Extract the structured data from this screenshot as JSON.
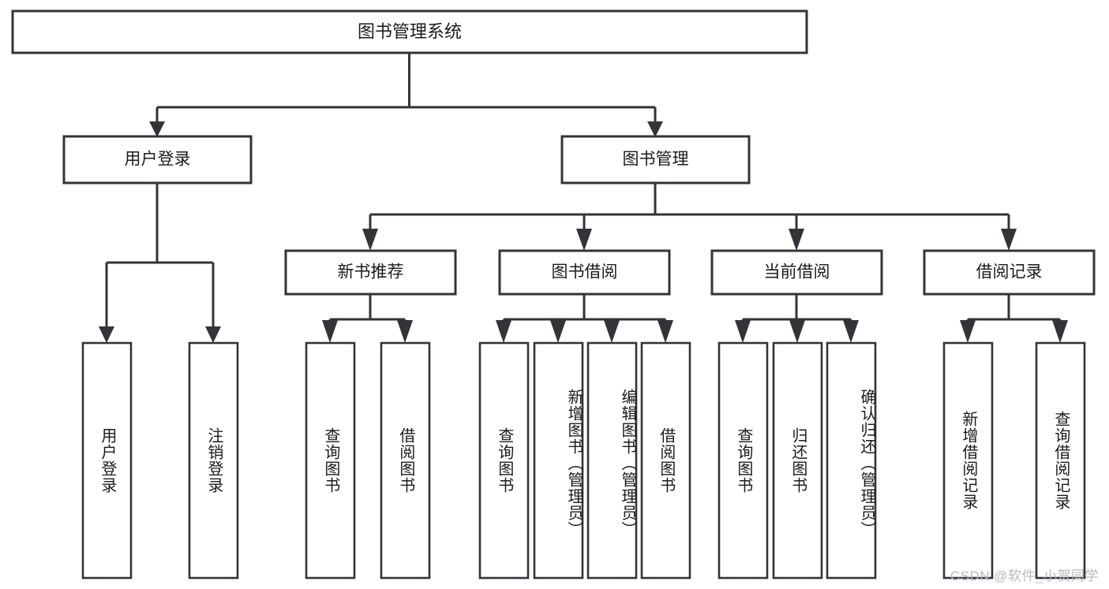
{
  "diagram": {
    "type": "tree-hierarchy-chart",
    "title_node": {
      "label": "图书管理系统"
    },
    "level2": [
      {
        "id": "user-login",
        "label": "用户登录"
      },
      {
        "id": "book-management",
        "label": "图书管理"
      }
    ],
    "level3": [
      {
        "id": "new-book-recommend",
        "label": "新书推荐",
        "parent": "book-management"
      },
      {
        "id": "book-borrow",
        "label": "图书借阅",
        "parent": "book-management"
      },
      {
        "id": "current-borrow",
        "label": "当前借阅",
        "parent": "book-management"
      },
      {
        "id": "borrow-record",
        "label": "借阅记录",
        "parent": "book-management"
      }
    ],
    "leaves": [
      {
        "id": "leaf-user-login",
        "label": "用户登录",
        "parent": "user-login"
      },
      {
        "id": "leaf-logout-login",
        "label": "注销登录",
        "parent": "user-login"
      },
      {
        "id": "leaf-query-book-1",
        "label": "查询图书",
        "parent": "new-book-recommend"
      },
      {
        "id": "leaf-borrow-book-1",
        "label": "借阅图书",
        "parent": "new-book-recommend"
      },
      {
        "id": "leaf-query-book-2",
        "label": "查询图书",
        "parent": "book-borrow"
      },
      {
        "id": "leaf-add-book",
        "label": "新增图书（管理员）",
        "parent": "book-borrow"
      },
      {
        "id": "leaf-edit-book",
        "label": "编辑图书（管理员）",
        "parent": "book-borrow"
      },
      {
        "id": "leaf-borrow-book-2",
        "label": "借阅图书",
        "parent": "book-borrow"
      },
      {
        "id": "leaf-query-book-3",
        "label": "查询图书",
        "parent": "current-borrow"
      },
      {
        "id": "leaf-return-book",
        "label": "归还图书",
        "parent": "current-borrow"
      },
      {
        "id": "leaf-confirm-return",
        "label": "确认归还（管理员）",
        "parent": "current-borrow"
      },
      {
        "id": "leaf-add-record",
        "label": "新增借阅记录",
        "parent": "borrow-record"
      },
      {
        "id": "leaf-query-record",
        "label": "查询借阅记录",
        "parent": "borrow-record"
      }
    ],
    "colors": {
      "stroke": "#33333a",
      "fill": "#ffffff",
      "text": "#1b1b1b",
      "watermark": "#b9b9bd",
      "background": "#ffffff"
    }
  },
  "watermark": {
    "text": "CSDN @软件_小贺同学"
  }
}
